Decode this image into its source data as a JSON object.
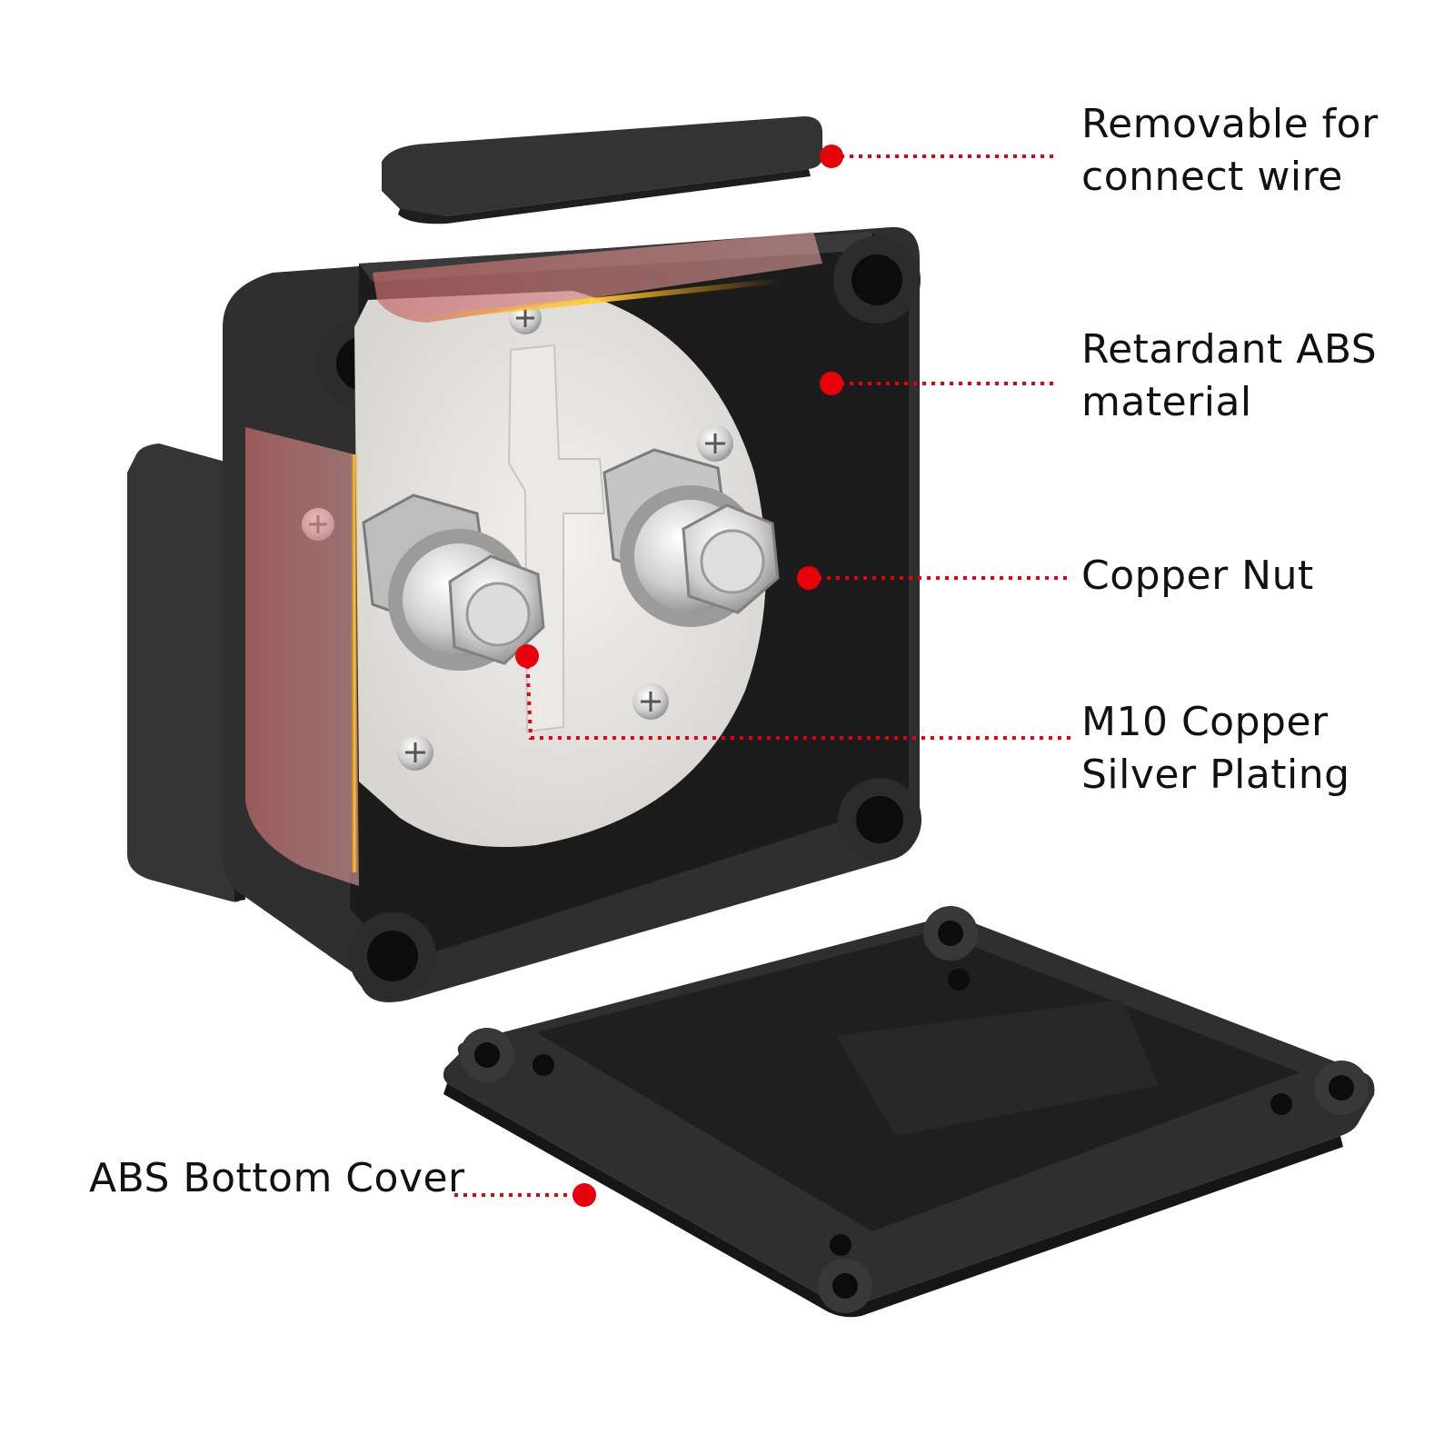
{
  "labels": {
    "removable": "Removable for\nconnect wire",
    "retardant": "Retardant ABS\nmaterial",
    "copper_nut": "Copper Nut",
    "m10": "M10 Copper\nSilver Plating",
    "bottom_cover": "ABS Bottom Cover"
  },
  "colors": {
    "callout": "#e8000b",
    "housing": "#2e2e2e",
    "highlight": "#d06a6a"
  }
}
